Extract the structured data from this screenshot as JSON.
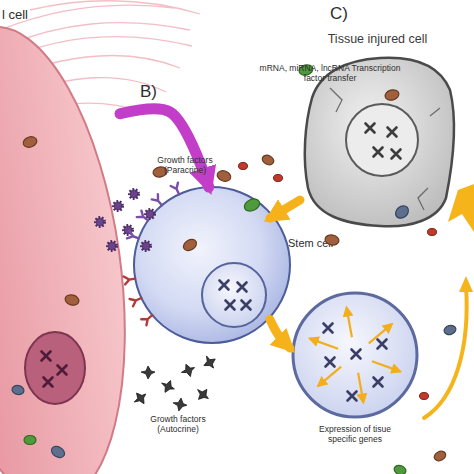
{
  "diagram": {
    "nodes": [
      {
        "text": [
          "l cell"
        ]
      },
      {
        "text": [
          "Tissue injured cell"
        ]
      },
      {
        "text": [
          "Stem cell"
        ]
      },
      {
        "text": [
          "Expression of tisue specific genes"
        ]
      }
    ],
    "edges": [
      {
        "from": 0,
        "to": 2,
        "arrow": "to",
        "label": "Growth factors (Paracrine)"
      },
      {
        "from": 1,
        "to": 2,
        "arrow": "to"
      },
      {
        "from": 2,
        "to": 3,
        "arrow": "to"
      }
    ],
    "labels": [
      "B)",
      "C)",
      "mRNA, miRNA, lncRNA Transcription factor transfer",
      "Growth factors (Autocrine)"
    ]
  }
}
